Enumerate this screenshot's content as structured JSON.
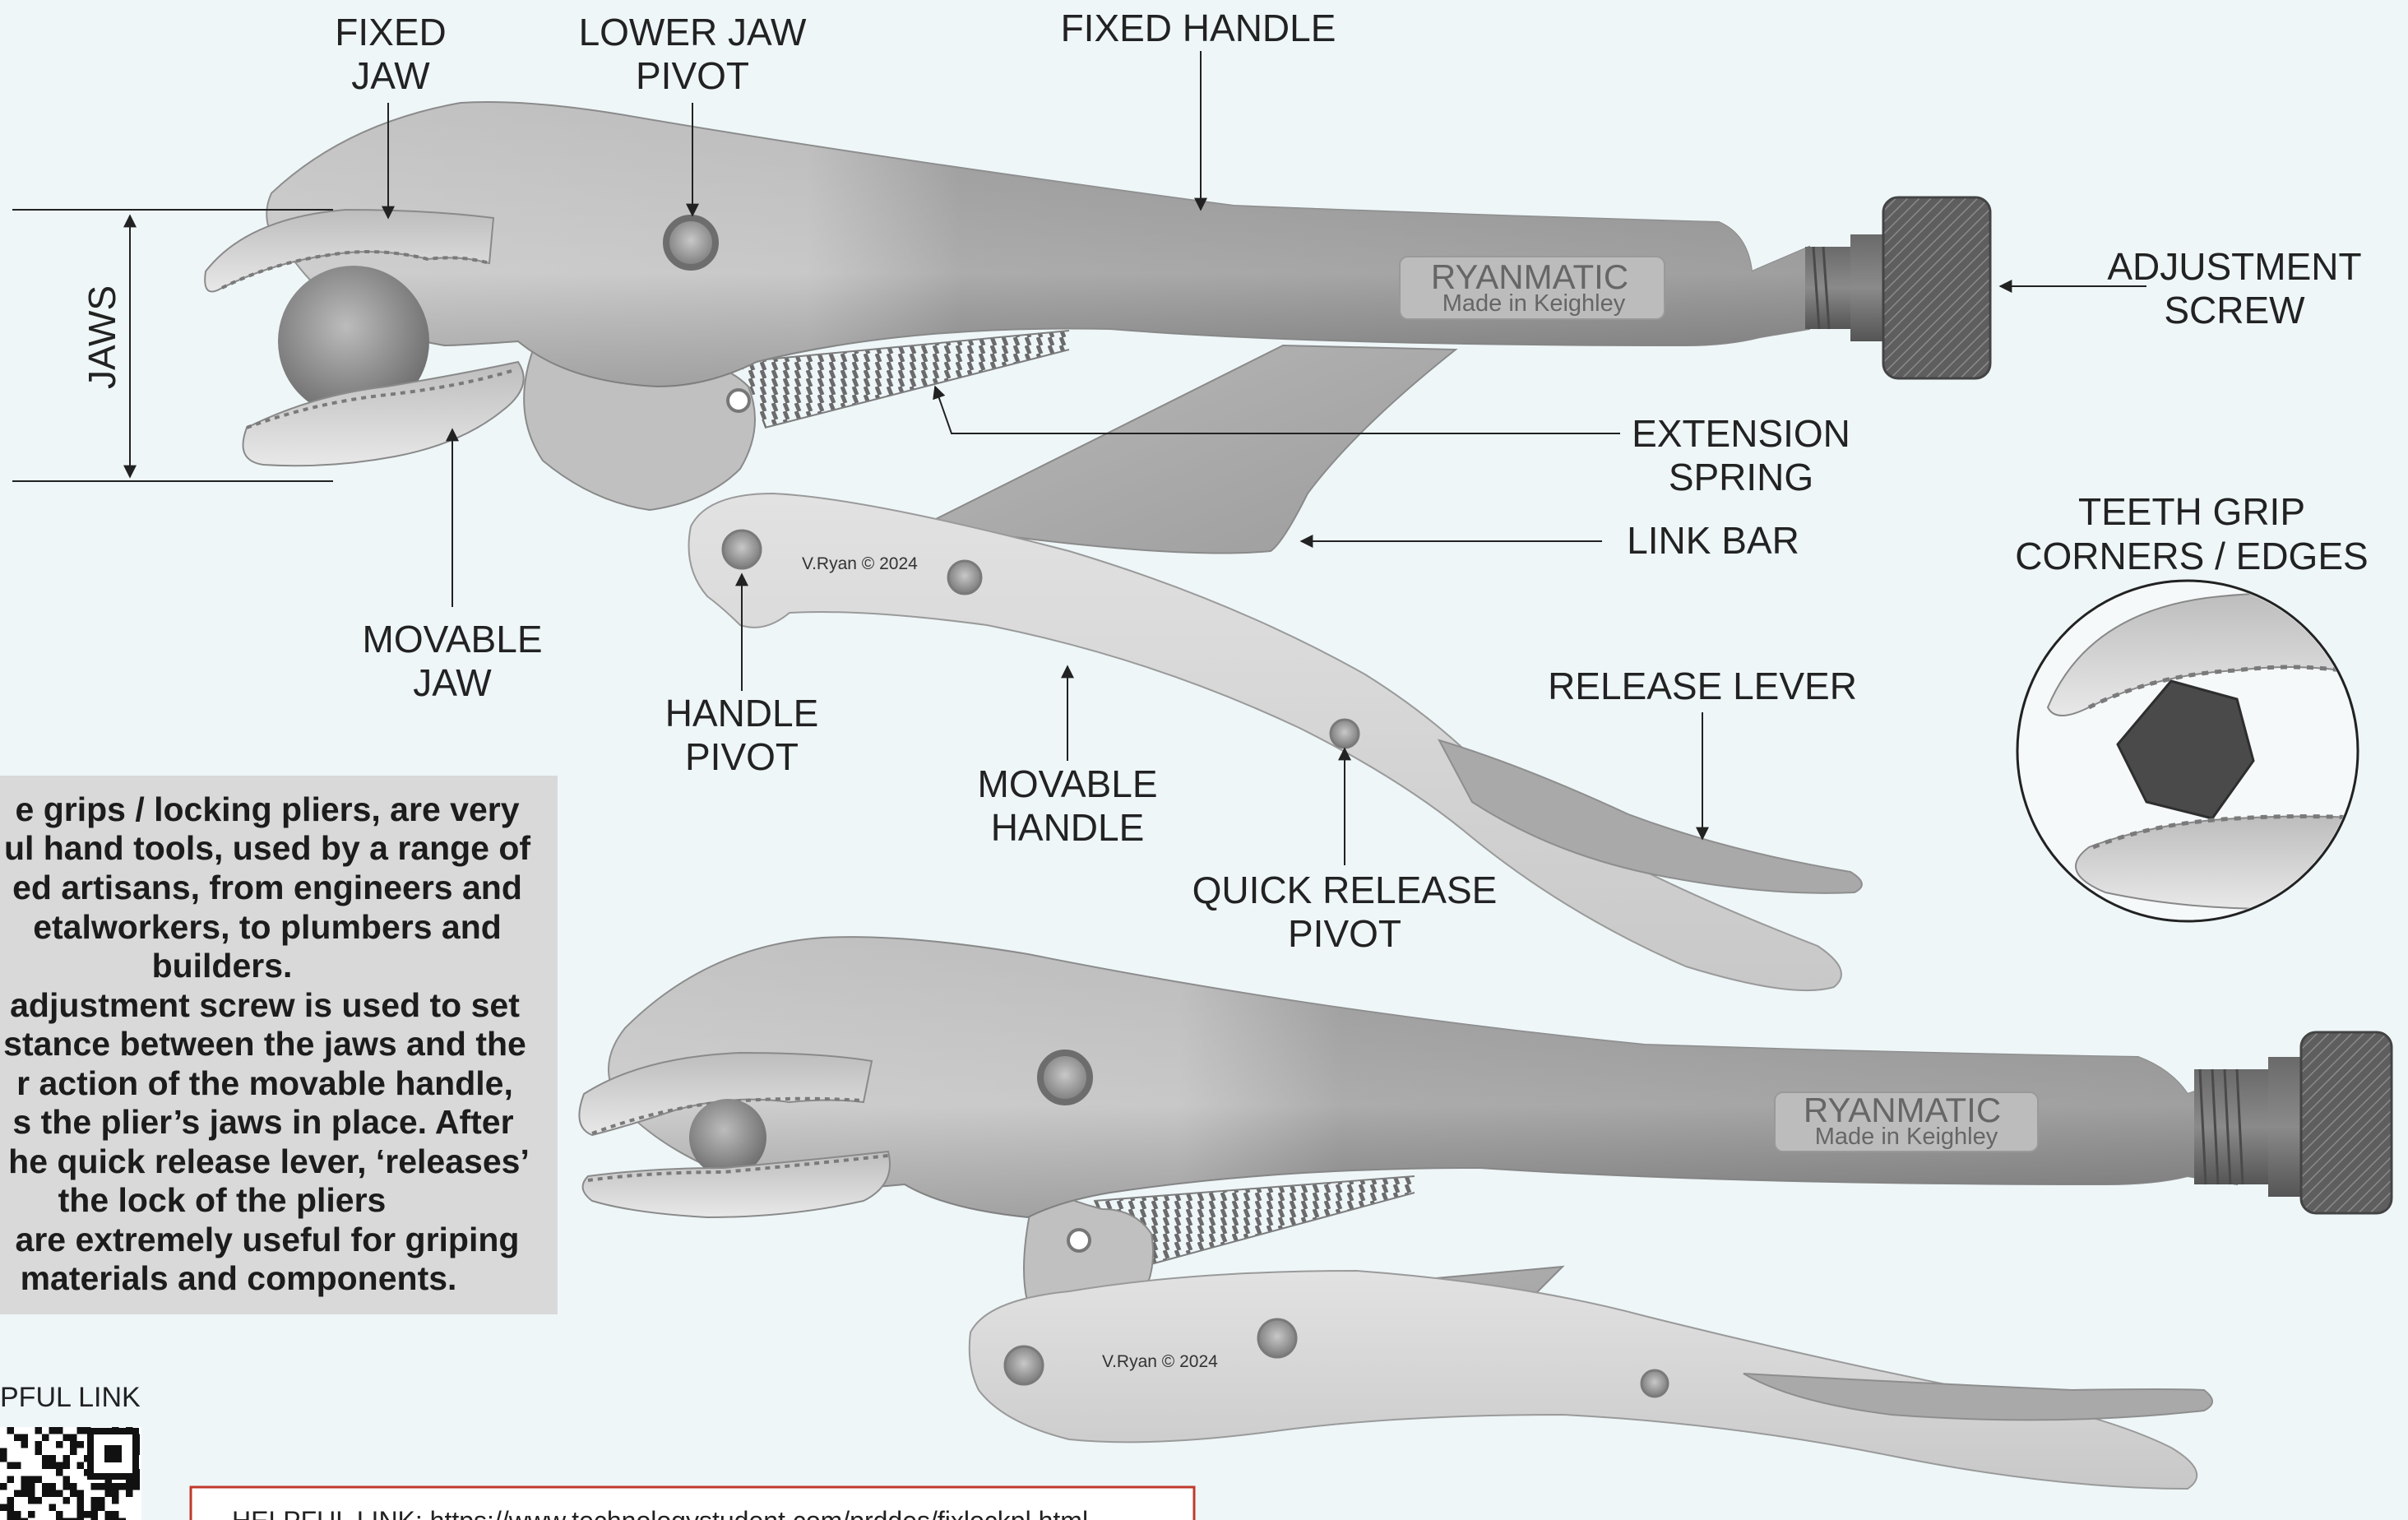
{
  "labels": {
    "fixed_jaw": [
      "FIXED",
      "JAW"
    ],
    "lower_jaw_pivot": [
      "LOWER JAW",
      "PIVOT"
    ],
    "fixed_handle": "FIXED HANDLE",
    "jaws": "JAWS",
    "adjustment_screw": [
      "ADJUSTMENT",
      "SCREW"
    ],
    "extension_spring": [
      "EXTENSION",
      "SPRING"
    ],
    "link_bar": "LINK BAR",
    "teeth_grip": [
      "TEETH GRIP",
      "CORNERS / EDGES"
    ],
    "movable_jaw": [
      "MOVABLE",
      "JAW"
    ],
    "handle_pivot": [
      "HANDLE",
      "PIVOT"
    ],
    "release_lever": "RELEASE LEVER",
    "movable_handle": [
      "MOVABLE",
      "HANDLE"
    ],
    "quick_release_pivot": [
      "QUICK RELEASE",
      "PIVOT"
    ]
  },
  "brand": {
    "name": "RYANMATIC",
    "tagline": "Made in Keighley",
    "copyright": "V.Ryan © 2024"
  },
  "description": [
    "e grips / locking pliers, are very",
    "ul hand tools, used by a range of",
    "ed artisans, from engineers and",
    "etalworkers, to plumbers and",
    "builders.",
    "adjustment screw is used to set",
    "stance between the jaws and the",
    "r action of the movable handle,",
    "s the plier’s jaws in place. After",
    "he quick release lever, ‘releases’",
    "the lock of the pliers",
    " are extremely useful for griping",
    "materials and components."
  ],
  "helpful_link": {
    "label": "PFUL LINK",
    "text": "HELPFUL LINK: https://www.technologystudent.com/prddes/fixlockpl.html"
  },
  "colors": {
    "background": "#eef6f8",
    "steel_dark": "#8e8e8e",
    "steel_light": "#d4d4d4",
    "text_box": "#d9d9d9",
    "link_border": "#c0392b"
  }
}
